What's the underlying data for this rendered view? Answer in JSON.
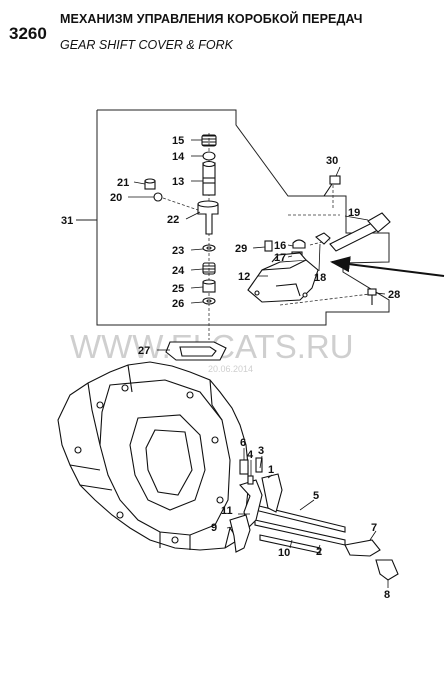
{
  "header": {
    "section_number": "3260",
    "title_ru": "МЕХАНИЗМ УПРАВЛЕНИЯ КОРОБКОЙ ПЕРЕДАЧ",
    "title_en": "GEAR SHIFT COVER & FORK"
  },
  "watermark": {
    "site": "WWW.ELCATS.RU",
    "date": "20.06.2014"
  },
  "callouts": {
    "c1": "1",
    "c2": "2",
    "c3": "3",
    "c4": "4",
    "c5": "5",
    "c6": "6",
    "c7": "7",
    "c8": "8",
    "c9": "9",
    "c10": "10",
    "c11": "11",
    "c12": "12",
    "c13": "13",
    "c14": "14",
    "c15": "15",
    "c16": "16",
    "c17": "17",
    "c18": "18",
    "c19": "19",
    "c20": "20",
    "c21": "21",
    "c22": "22",
    "c23": "23",
    "c24": "24",
    "c25": "25",
    "c26": "26",
    "c27": "27",
    "c28": "28",
    "c29": "29",
    "c30": "30",
    "c31": "31"
  }
}
